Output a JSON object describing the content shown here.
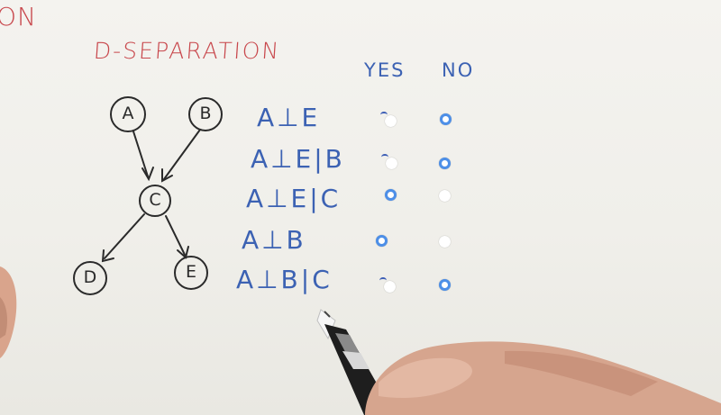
{
  "page": {
    "corner_text": "ON",
    "title": "D-SEPARATION",
    "column_yes": "YES",
    "column_no": "NO"
  },
  "graph": {
    "nodes": [
      "A",
      "B",
      "C",
      "D",
      "E"
    ],
    "edges": [
      [
        "A",
        "C"
      ],
      [
        "B",
        "C"
      ],
      [
        "C",
        "D"
      ],
      [
        "C",
        "E"
      ]
    ]
  },
  "questions": [
    {
      "label": "A⊥E",
      "yes": "marked",
      "no": "blue"
    },
    {
      "label": "A⊥E|B",
      "yes": "marked",
      "no": "blue"
    },
    {
      "label": "A⊥E|C",
      "yes": "blue",
      "no": "white"
    },
    {
      "label": "A⊥B",
      "yes": "blue",
      "no": "white"
    },
    {
      "label": "A⊥B|C",
      "yes": "marked",
      "no": "blue"
    }
  ],
  "colors": {
    "red_ink": "#c8474c",
    "blue_ink": "#3c62b3",
    "radio_blue": "#4d8fe8",
    "pencil_ink": "#2a2a2a"
  }
}
